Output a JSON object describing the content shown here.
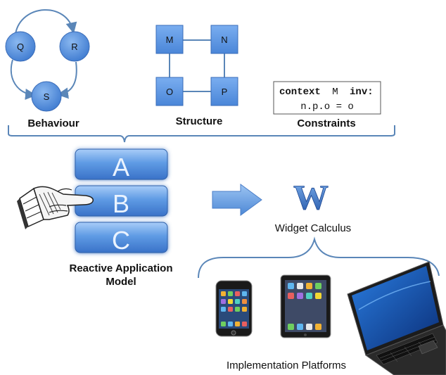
{
  "behaviour": {
    "title": "Behaviour",
    "nodes": [
      "Q",
      "R",
      "S"
    ]
  },
  "structure": {
    "title": "Structure",
    "nodes": [
      "M",
      "N",
      "O",
      "P"
    ]
  },
  "constraints": {
    "title": "Constraints",
    "line1_kw1": "context",
    "line1_id": "M",
    "line1_kw2": "inv:",
    "line2": "n.p.o = o"
  },
  "model": {
    "letters": [
      "A",
      "B",
      "C"
    ],
    "title_line1": "Reactive Application",
    "title_line2": "Model"
  },
  "widget": {
    "logo_letter": "W",
    "label": "Widget Calculus"
  },
  "platforms": {
    "label": "Implementation Platforms",
    "devices": [
      "phone-icon",
      "tablet-icon",
      "laptop-icon"
    ]
  },
  "colors": {
    "node_blue": "#5b93de",
    "box_blue": "#5a95df",
    "line_blue": "#5a86b8"
  }
}
